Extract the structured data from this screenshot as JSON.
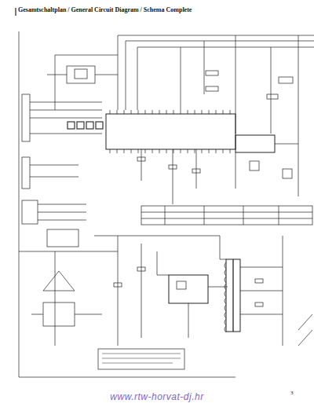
{
  "diagram": {
    "title": "Gesamtschaltplan / General Circuit Diagram / Schema Complete",
    "labels": [
      "www.rtw-horvat-dj.hr",
      "3"
    ]
  }
}
